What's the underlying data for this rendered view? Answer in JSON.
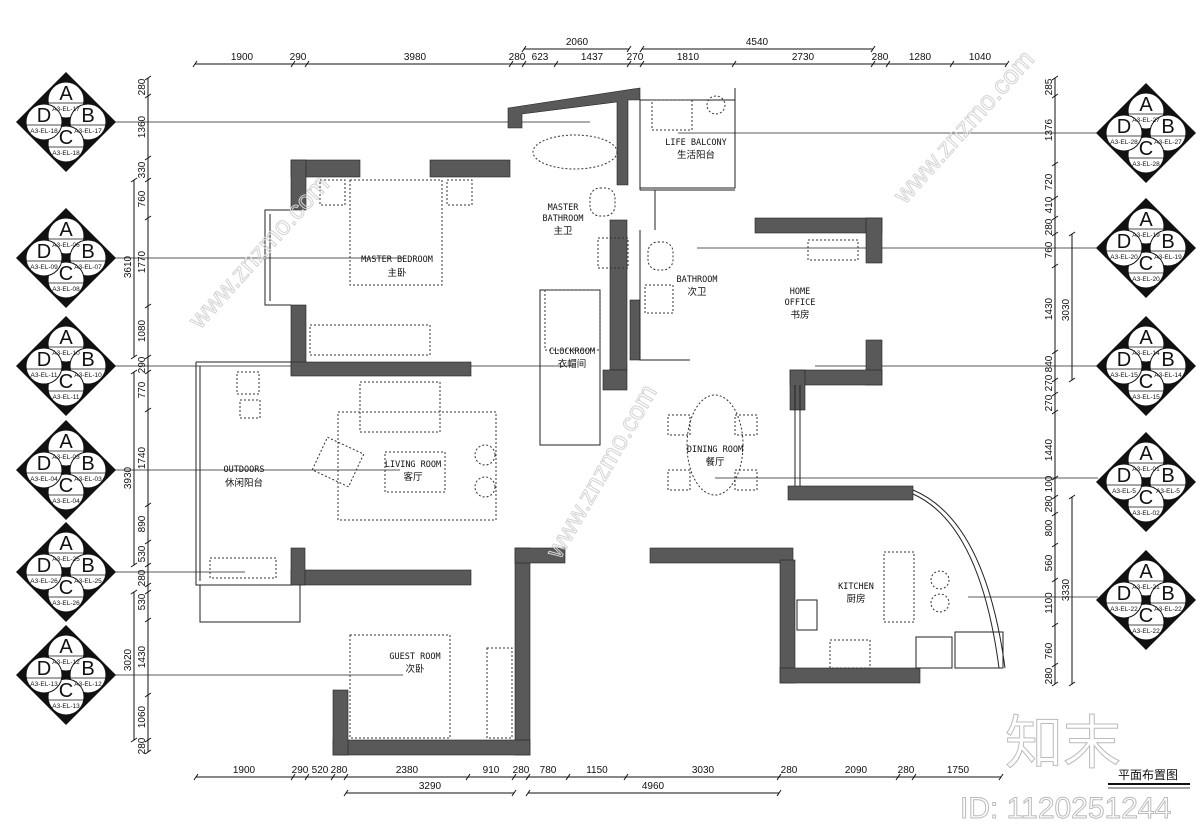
{
  "drawing": {
    "title": "平面布置图",
    "watermark_logo": "知末",
    "watermark_id": "ID: 1120251244",
    "watermark_site": "www.znzmo.com"
  },
  "rooms": {
    "master_bathroom": {
      "en": "MASTER",
      "en2": "BATHROOM",
      "zh": "主卫"
    },
    "life_balcony": {
      "en": "LIFE BALCONY",
      "zh": "生活阳台"
    },
    "master_bedroom": {
      "en": "MASTER BEDROOM",
      "zh": "主卧"
    },
    "bathroom": {
      "en": "BATHROOM",
      "zh": "次卫"
    },
    "home_office": {
      "en": "HOME",
      "en2": "OFFICE",
      "zh": "书房"
    },
    "clockroom": {
      "en": "CLOCKROOM",
      "zh": "衣帽间"
    },
    "living_room": {
      "en": "LIVING ROOM",
      "zh": "客厅"
    },
    "outdoors": {
      "en": "OUTDOORS",
      "zh": "休闲阳台"
    },
    "dining_room": {
      "en": "DINING ROOM",
      "zh": "餐厅"
    },
    "kitchen": {
      "en": "KITCHEN",
      "zh": "厨房"
    },
    "guest_room": {
      "en": "GUEST ROOM",
      "zh": "次卧"
    }
  },
  "dimensions": {
    "top": [
      "1900",
      "290",
      "3980",
      "280",
      "623",
      "1437",
      "270",
      "1810",
      "2730",
      "280",
      "1280",
      "1040"
    ],
    "top_overall": [
      "2060",
      "4540"
    ],
    "bottom": [
      "1900",
      "290",
      "520",
      "280",
      "2380",
      "910",
      "280",
      "780",
      "1150",
      "3030",
      "280",
      "2090",
      "280",
      "1750"
    ],
    "bottom_overall": [
      "3290",
      "4960"
    ],
    "left": [
      "280",
      "1360",
      "330",
      "760",
      "1770",
      "1080",
      "290",
      "770",
      "1740",
      "890",
      "530",
      "280",
      "530",
      "1430",
      "1060",
      "280"
    ],
    "left_overall": [
      "3610",
      "3930",
      "3020"
    ],
    "right": [
      "285",
      "1376",
      "720",
      "410",
      "280",
      "760",
      "1430",
      "840",
      "270",
      "270",
      "1440",
      "100",
      "280",
      "800",
      "560",
      "1100",
      "760",
      "280"
    ],
    "right_overall": [
      "3030",
      "3330"
    ]
  },
  "markers": {
    "left": [
      {
        "a": "A3-EL-17",
        "b": "A3-EL-17",
        "c": "A3-EL-18",
        "d": "A3-EL-18"
      },
      {
        "a": "A3-EL-06",
        "b": "A3-EL-07",
        "c": "A3-EL-08",
        "d": "A3-EL-09"
      },
      {
        "a": "A3-EL-10",
        "b": "A3-EL-10",
        "c": "A3-EL-11",
        "d": "A3-EL-11"
      },
      {
        "a": "A3-EL-03",
        "b": "A3-EL-03",
        "c": "A3-EL-04",
        "d": "A3-EL-04"
      },
      {
        "a": "A3-EL-25",
        "b": "A3-EL-25",
        "c": "A3-EL-26",
        "d": "A3-EL-26"
      },
      {
        "a": "A3-EL-12",
        "b": "A3-EL-12",
        "c": "A3-EL-13",
        "d": "A3-EL-13"
      }
    ],
    "right": [
      {
        "a": "A3-EL-27",
        "b": "A3-EL-27",
        "c": "A3-EL-28",
        "d": "A3-EL-28"
      },
      {
        "a": "A3-EL-19",
        "b": "A3-EL-19",
        "c": "A3-EL-20",
        "d": "A3-EL-20"
      },
      {
        "a": "A3-EL-14",
        "b": "A3-EL-14",
        "c": "A3-EL-15",
        "d": "A3-EL-15"
      },
      {
        "a": "A3-EL-01",
        "b": "A3-EL-5",
        "c": "A3-EL-02",
        "d": "A3-EL-5"
      },
      {
        "a": "A3-EL-21",
        "b": "A3-EL-22",
        "c": "A3-EL-22",
        "d": "A3-EL-22"
      }
    ],
    "letters": [
      "A",
      "B",
      "C",
      "D"
    ]
  }
}
